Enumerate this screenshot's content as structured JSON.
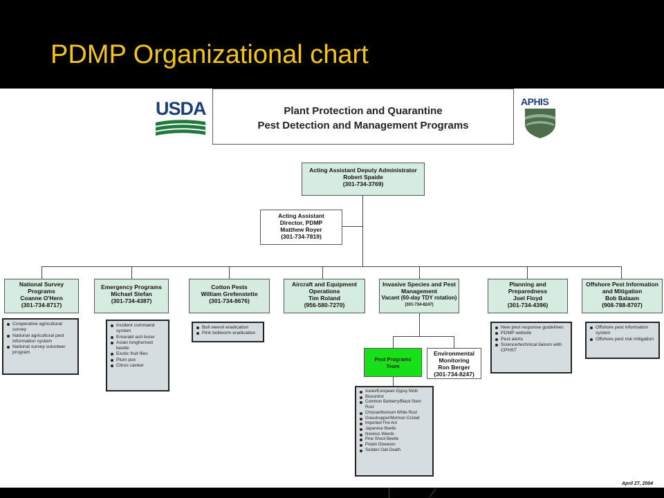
{
  "slide": {
    "title": "PDMP Organizational chart"
  },
  "logos": {
    "usda": "USDA",
    "aphis": "APHIS"
  },
  "header_box": {
    "line1": "Plant Protection and Quarantine",
    "line2": "Pest Detection and Management Programs"
  },
  "top": {
    "line1": "Acting Assistant Deputy Administrator",
    "line2": "Robert  Spaide",
    "line3": "(301-734-3769)"
  },
  "assistant": {
    "line1": "Acting Assistant",
    "line2": "Director, PDMP",
    "line3": "Matthew Royer",
    "line4": "(301-734-7819)"
  },
  "units": [
    {
      "lines": [
        "National Survey",
        "Programs",
        "Coanne O'Hern",
        "(301-734-8717)"
      ],
      "items": [
        "Cooperative agricultural survey",
        "National agricultural pest information system",
        "National survey volunteer program"
      ]
    },
    {
      "lines": [
        "Emergency Programs",
        "Michael Stefan",
        "(301-734-4387)"
      ],
      "items": [
        "Incident command system",
        "Emerald ash borer",
        "Asian longhorned beetle",
        "Exotic fruit flies",
        "Plum pox",
        "Citrus canker"
      ]
    },
    {
      "lines": [
        "Cotton Pests",
        "William Grefenstette",
        "(301-734-8676)"
      ],
      "items": [
        "Boll weevil eradication",
        "Pink bollworm eradication"
      ]
    },
    {
      "lines": [
        "Aircraft and Equipment",
        "Operations",
        "Tim Roland",
        "(956-580-7270)"
      ],
      "items": []
    },
    {
      "lines": [
        "Invasive Species and Pest",
        "Management",
        "Vacant (60-day TDY rotation)",
        "(301-734-8247)"
      ],
      "items": []
    },
    {
      "lines": [
        "Planning and",
        "Preparedness",
        "Joel Floyd",
        "(301-734-4396)"
      ],
      "items": [
        "New pest response guidelines",
        "PDMP website",
        "Pest alerts",
        "Science/technical liaison with CPHST"
      ]
    },
    {
      "lines": [
        "Offshore Pest Information",
        "and Mitigation",
        "Bob Balaam",
        "(908-788-8707)"
      ],
      "items": [
        "Offshore pest information system",
        "Offshore pest risk mitigation"
      ]
    }
  ],
  "pest_team": {
    "line1": "Pest Programs",
    "line2": "Team",
    "items": [
      "Asian/European Gypsy Moth",
      "Biocontrol",
      "Common Barberry/Black Stem Rust",
      "Chrysanthemum White Rust",
      "Grasshopper/Mormon Cricket",
      "Imported Fire Ant",
      "Japanese Beetle",
      "Noxious Weeds",
      "Pine Shoot Beetle",
      "Potato Diseases",
      "Sudden Oak Death"
    ]
  },
  "env": {
    "line1": "Environmental",
    "line2": "Monitoring",
    "line3": "Ron Berger",
    "line4": "(301-734-8247)"
  },
  "date": "April 27, 2004",
  "colors": {
    "title": "#f5c518",
    "unit_box": "#d7ece0",
    "pest_team": "#18e018",
    "list_box": "#d6dde0"
  }
}
